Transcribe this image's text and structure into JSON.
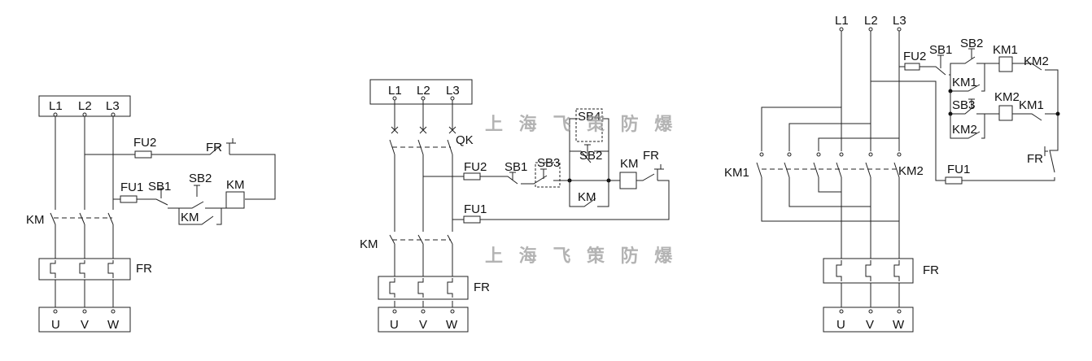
{
  "diagram1": {
    "phases": [
      "L1",
      "L2",
      "L3"
    ],
    "outputs": [
      "U",
      "V",
      "W"
    ],
    "labels": {
      "fu1": "FU1",
      "fu2": "FU2",
      "sb1": "SB1",
      "sb2": "SB2",
      "km_coil": "KM",
      "km_aux": "KM",
      "fr_contact": "FR",
      "km_main": "KM",
      "fr": "FR"
    }
  },
  "diagram2": {
    "phases": [
      "L1",
      "L2",
      "L3"
    ],
    "outputs": [
      "U",
      "V",
      "W"
    ],
    "labels": {
      "qk": "QK",
      "fu1": "FU1",
      "fu2": "FU2",
      "sb1": "SB1",
      "sb2": "SB2",
      "sb3": "SB3",
      "sb4": "SB4",
      "km_coil": "KM",
      "km_aux": "KM",
      "fr_contact": "FR",
      "km_main": "KM",
      "fr": "FR"
    }
  },
  "diagram3": {
    "phases": [
      "L1",
      "L2",
      "L3"
    ],
    "outputs": [
      "U",
      "V",
      "W"
    ],
    "labels": {
      "fu1": "FU1",
      "fu2": "FU2",
      "sb1": "SB1",
      "sb2": "SB2",
      "sb3": "SB3",
      "km1_coil": "KM1",
      "km2_coil": "KM2",
      "km1_aux": "KM1",
      "km2_aux": "KM2",
      "km1_inter": "KM1",
      "km2_inter": "KM2",
      "km1_main": "KM1",
      "km2_main": "KM2",
      "fr_contact": "FR",
      "fr": "FR"
    }
  },
  "watermark": [
    "上 海 飞 策 防 爆",
    "上 海 飞 策 防 爆"
  ]
}
